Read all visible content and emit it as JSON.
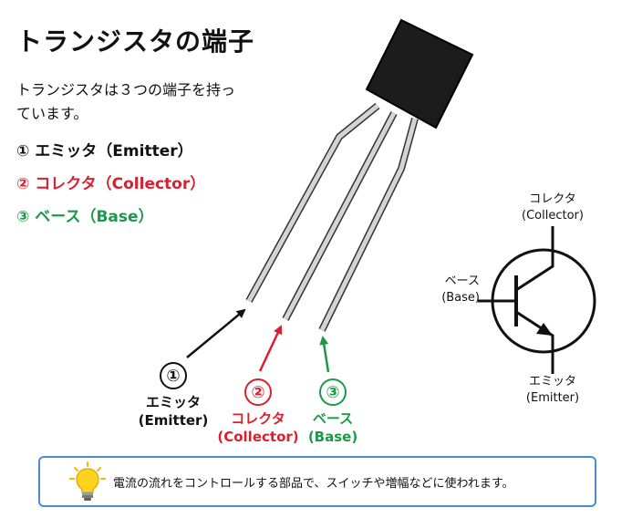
{
  "title": "トランジスタの端子",
  "intro": "トランジスタは３つの端子を持っています。",
  "terminals": [
    {
      "num": "①",
      "name": "エミッタ",
      "en": "(Emitter)",
      "full": "① エミッタ（Emitter）",
      "color": "#111111"
    },
    {
      "num": "②",
      "name": "コレクタ",
      "en": "(Collector)",
      "full": "② コレクタ（Collector）",
      "color": "#d8202f"
    },
    {
      "num": "③",
      "name": "ベース",
      "en": "(Base)",
      "full": "③ ベース（Base）",
      "color": "#1a9a48"
    }
  ],
  "symbol": {
    "collector_jp": "コレクタ",
    "collector_en": "(Collector)",
    "base_jp": "ベース",
    "base_en": "(Base)",
    "emitter_jp": "エミッタ",
    "emitter_en": "(Emitter)"
  },
  "footer": {
    "icon": "lightbulb-icon",
    "text": "電流の流れをコントロールする部品で、スイッチや増幅などに使われます。",
    "border_color": "#4a8ccf"
  }
}
